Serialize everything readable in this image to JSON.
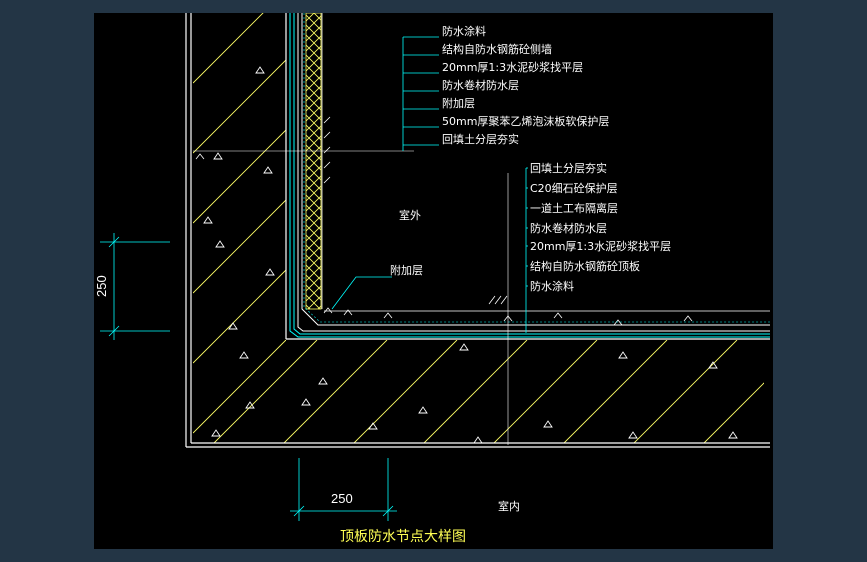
{
  "drawing": {
    "title": "顶板防水节点大样图",
    "wall_layers": [
      "防水涂料",
      "结构自防水钢筋砼侧墙",
      "20mm厚1:3水泥砂浆找平层",
      "防水卷材防水层",
      "附加层",
      "50mm厚聚苯乙烯泡沫板软保护层",
      "回填土分层夯实"
    ],
    "roof_layers": [
      "回填土分层夯实",
      "C20细石砼保护层",
      "一道土工布隔离层",
      "防水卷材防水层",
      "20mm厚1:3水泥砂浆找平层",
      "结构自防水钢筋砼顶板",
      "防水涂料"
    ],
    "corner_label": "附加层",
    "outside_label": "室外",
    "inside_label": "室内",
    "dim_vertical": "250",
    "dim_horizontal": "250"
  },
  "colors": {
    "background": "#233545",
    "canvas": "#000000",
    "concrete": "#ffffff",
    "hatch_lines": "#ffff66",
    "insulation": "#ffff66",
    "membrane": "#00ffff",
    "leaders": "#00ffff",
    "dimension": "#00ffff",
    "title": "#ffff55"
  }
}
